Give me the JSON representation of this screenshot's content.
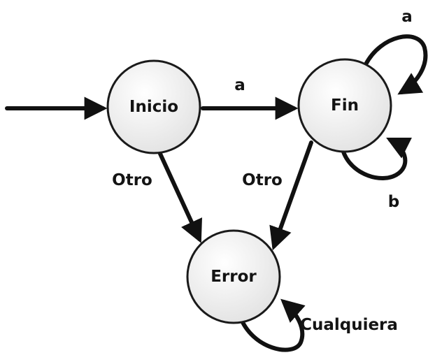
{
  "states": {
    "inicio": {
      "label": "Inicio"
    },
    "fin": {
      "label": "Fin"
    },
    "error": {
      "label": "Error"
    }
  },
  "transitions": {
    "start": {
      "from": "",
      "to": "Inicio",
      "label": ""
    },
    "inicio_fin": {
      "from": "Inicio",
      "to": "Fin",
      "label": "a"
    },
    "inicio_error": {
      "from": "Inicio",
      "to": "Error",
      "label": "Otro"
    },
    "fin_error": {
      "from": "Fin",
      "to": "Error",
      "label": "Otro"
    },
    "fin_loop_a": {
      "from": "Fin",
      "to": "Fin",
      "label": "a"
    },
    "fin_loop_b": {
      "from": "Fin",
      "to": "Fin",
      "label": "b"
    },
    "error_loop": {
      "from": "Error",
      "to": "Error",
      "label": "Cualquiera"
    }
  },
  "colors": {
    "state_fill_light": "#ffffff",
    "state_fill_dark": "#e4e4e4",
    "stroke": "#111111"
  }
}
